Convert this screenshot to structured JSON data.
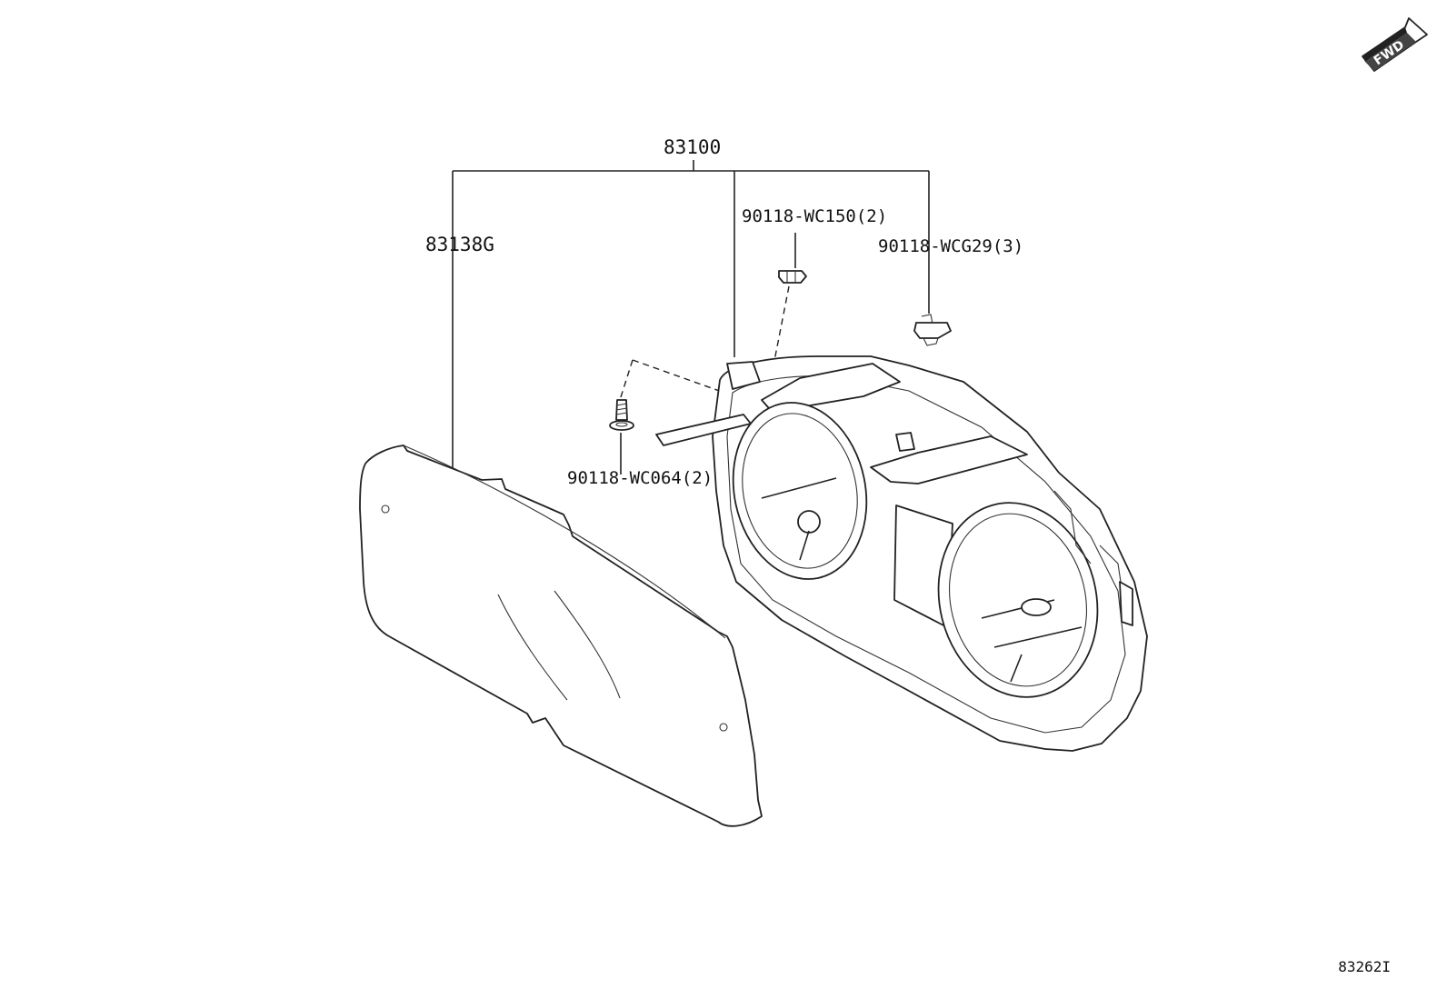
{
  "parts": {
    "assembly": "83100",
    "lens_cover": "83138G",
    "clip_upper": "90118-WC150(2)",
    "clip_right": "90118-WCG29(3)",
    "screw": "90118-WC064(2)"
  },
  "orientation": {
    "label": "FWD"
  },
  "figure_id": "83262I"
}
